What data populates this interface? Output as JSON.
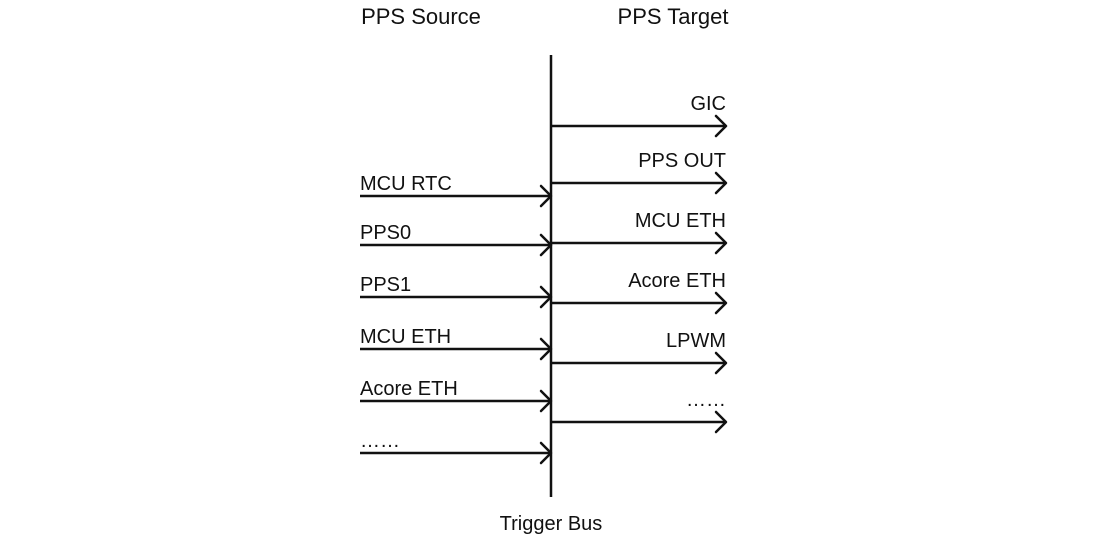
{
  "headers": {
    "source": "PPS Source",
    "target": "PPS Target"
  },
  "bus_label": "Trigger Bus",
  "sources": [
    {
      "label": "MCU RTC"
    },
    {
      "label": "PPS0"
    },
    {
      "label": "PPS1"
    },
    {
      "label": "MCU ETH"
    },
    {
      "label": "Acore ETH"
    },
    {
      "label": "……"
    }
  ],
  "targets": [
    {
      "label": "GIC"
    },
    {
      "label": "PPS OUT"
    },
    {
      "label": "MCU ETH"
    },
    {
      "label": "Acore ETH"
    },
    {
      "label": "LPWM"
    },
    {
      "label": "……"
    }
  ]
}
